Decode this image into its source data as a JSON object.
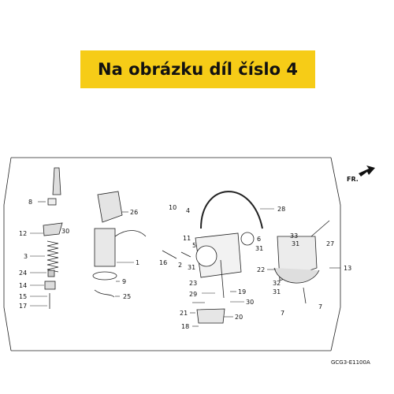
{
  "banner": {
    "text": "Na obrázku díl číslo 4",
    "background": "#f6cc17"
  },
  "diagram": {
    "direction_label": "FR.",
    "reference_code": "GCG3-E1100A",
    "callouts": [
      {
        "id": "c8",
        "text": "8"
      },
      {
        "id": "c12",
        "text": "12"
      },
      {
        "id": "c30a",
        "text": "30"
      },
      {
        "id": "c3",
        "text": "3"
      },
      {
        "id": "c24",
        "text": "24"
      },
      {
        "id": "c14",
        "text": "14"
      },
      {
        "id": "c15",
        "text": "15"
      },
      {
        "id": "c17",
        "text": "17"
      },
      {
        "id": "c26",
        "text": "26"
      },
      {
        "id": "c1",
        "text": "1"
      },
      {
        "id": "c9",
        "text": "9"
      },
      {
        "id": "c25",
        "text": "25"
      },
      {
        "id": "c10",
        "text": "10"
      },
      {
        "id": "c4",
        "text": "4"
      },
      {
        "id": "c11",
        "text": "11"
      },
      {
        "id": "c5",
        "text": "5"
      },
      {
        "id": "c16",
        "text": "16"
      },
      {
        "id": "c2",
        "text": "2"
      },
      {
        "id": "c31a",
        "text": "31"
      },
      {
        "id": "c28",
        "text": "28"
      },
      {
        "id": "c6",
        "text": "6"
      },
      {
        "id": "c31b",
        "text": "31"
      },
      {
        "id": "c23",
        "text": "23"
      },
      {
        "id": "c19",
        "text": "19"
      },
      {
        "id": "c29",
        "text": "29"
      },
      {
        "id": "c30b",
        "text": "30"
      },
      {
        "id": "c21",
        "text": "21"
      },
      {
        "id": "c20",
        "text": "20"
      },
      {
        "id": "c18",
        "text": "18"
      },
      {
        "id": "c33",
        "text": "33"
      },
      {
        "id": "c31c",
        "text": "31"
      },
      {
        "id": "c27",
        "text": "27"
      },
      {
        "id": "c22",
        "text": "22"
      },
      {
        "id": "c32",
        "text": "32"
      },
      {
        "id": "c31d",
        "text": "31"
      },
      {
        "id": "c7a",
        "text": "7"
      },
      {
        "id": "c7b",
        "text": "7"
      },
      {
        "id": "c13",
        "text": "13"
      }
    ]
  }
}
